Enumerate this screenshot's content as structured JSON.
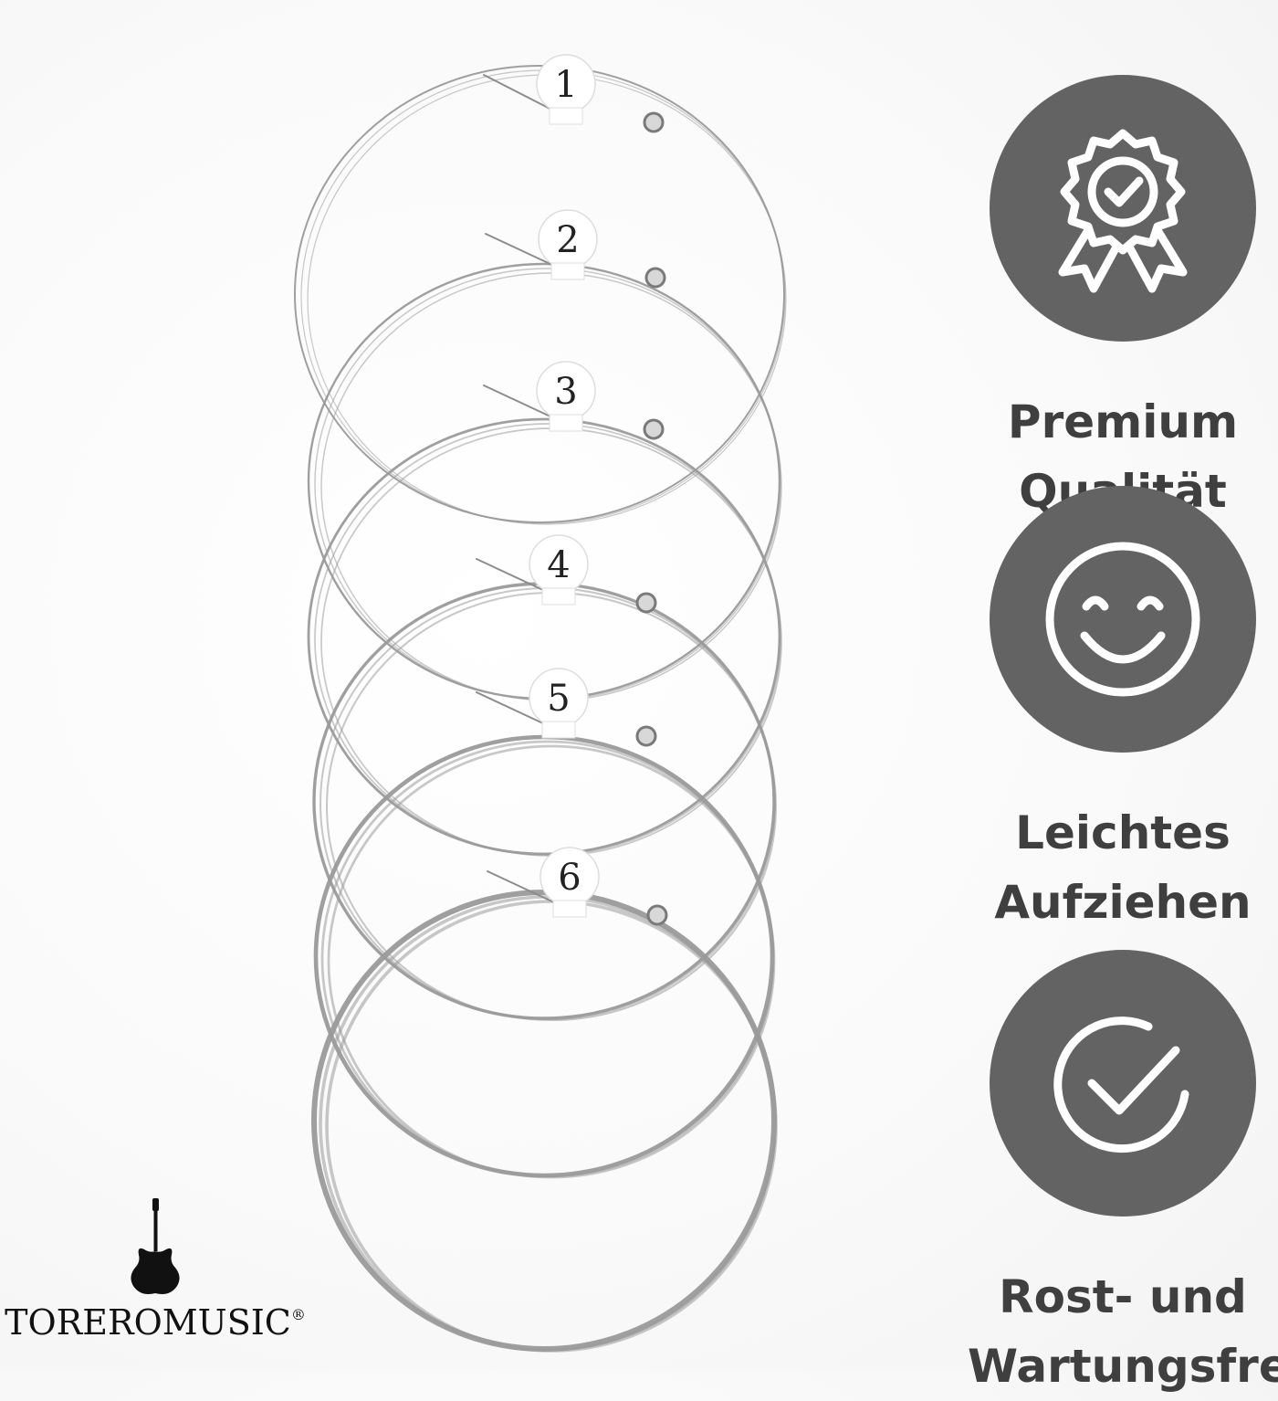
{
  "colors": {
    "badge": "#636363",
    "icon": "#ffffff",
    "caption": "#3f3f3f",
    "brand": "#111111",
    "string": "#9a9a9a"
  },
  "features": [
    {
      "icon": "award-badge-icon",
      "line1": "Premium",
      "line2": "Qualität"
    },
    {
      "icon": "smiley-icon",
      "line1": "Leichtes",
      "line2": "Aufziehen"
    },
    {
      "icon": "checkmark-circle-icon",
      "line1": "Rost- und",
      "line2": "Wartungsfrei"
    }
  ],
  "strings": [
    {
      "number": "1"
    },
    {
      "number": "2"
    },
    {
      "number": "3"
    },
    {
      "number": "4"
    },
    {
      "number": "5"
    },
    {
      "number": "6"
    }
  ],
  "logo": {
    "icon": "electric-guitar-icon",
    "brand_name": "TOREROMUSIC",
    "trademark": "®"
  }
}
